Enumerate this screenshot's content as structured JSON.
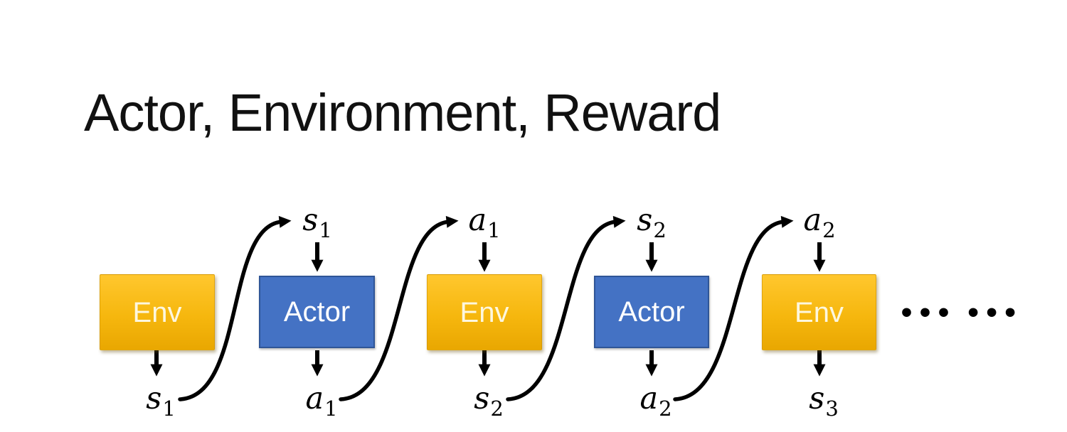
{
  "slide": {
    "title": "Actor, Environment, Reward",
    "ellipsis": "••• •••"
  },
  "colors": {
    "env_gradient_top": "#FFC72E",
    "env_gradient_bottom": "#E9A701",
    "actor_fill": "#4472C4",
    "actor_border": "#2F5597",
    "arrow": "#000000",
    "title_text": "#111111",
    "env_text": "#FDF7DF",
    "actor_text": "#FFFFFF"
  },
  "diagram": {
    "boxes": [
      {
        "id": "env-1",
        "label": "Env",
        "bottom_label": {
          "letter": "s",
          "sub": "1"
        }
      },
      {
        "id": "actor-1",
        "label": "Actor",
        "top_label": {
          "letter": "s",
          "sub": "1"
        },
        "bottom_label": {
          "letter": "a",
          "sub": "1"
        }
      },
      {
        "id": "env-2",
        "label": "Env",
        "top_label": {
          "letter": "a",
          "sub": "1"
        },
        "bottom_label": {
          "letter": "s",
          "sub": "2"
        }
      },
      {
        "id": "actor-2",
        "label": "Actor",
        "top_label": {
          "letter": "s",
          "sub": "2"
        },
        "bottom_label": {
          "letter": "a",
          "sub": "2"
        }
      },
      {
        "id": "env-3",
        "label": "Env",
        "top_label": {
          "letter": "a",
          "sub": "2"
        },
        "bottom_label": {
          "letter": "s",
          "sub": "3"
        }
      }
    ]
  }
}
